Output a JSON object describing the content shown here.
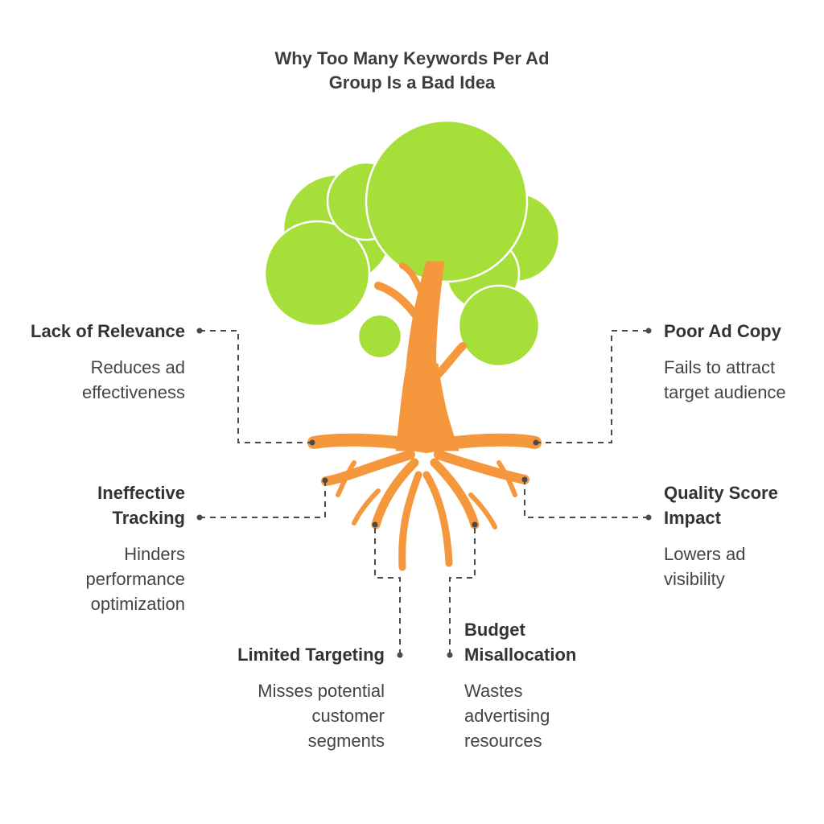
{
  "title": {
    "line1": "Why Too Many Keywords Per Ad",
    "line2": "Group Is a Bad Idea"
  },
  "colors": {
    "foliage": "#a6de3a",
    "foliage_outline": "#ffffff",
    "tree": "#f5973c",
    "connector": "#4a4a4a",
    "text": "#3d3d3d"
  },
  "items": [
    {
      "heading": [
        "Lack of Relevance"
      ],
      "description": [
        "Reduces ad",
        "effectiveness"
      ]
    },
    {
      "heading": [
        "Poor Ad Copy"
      ],
      "description": [
        "Fails to attract",
        "target audience"
      ]
    },
    {
      "heading": [
        "Ineffective",
        "Tracking"
      ],
      "description": [
        "Hinders",
        "performance",
        "optimization"
      ]
    },
    {
      "heading": [
        "Quality Score",
        "Impact"
      ],
      "description": [
        "Lowers ad",
        "visibility"
      ]
    },
    {
      "heading": [
        "Limited Targeting"
      ],
      "description": [
        "Misses potential",
        "customer",
        "segments"
      ]
    },
    {
      "heading": [
        "Budget",
        "Misallocation"
      ],
      "description": [
        "Wastes",
        "advertising",
        "resources"
      ]
    }
  ]
}
